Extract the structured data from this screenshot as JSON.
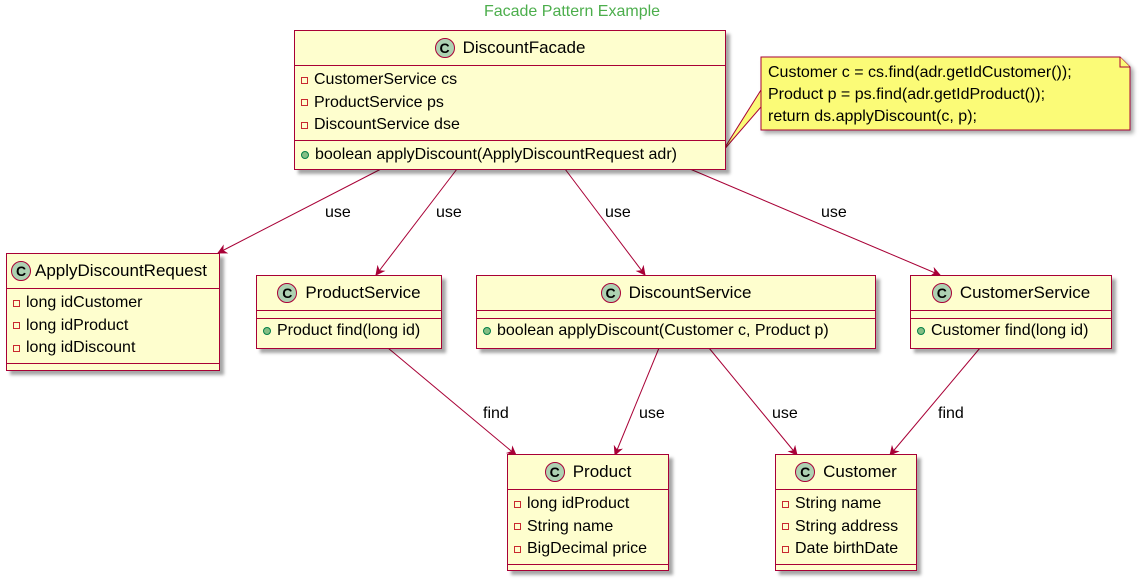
{
  "title": "Facade Pattern Example",
  "colors": {
    "title": "#4cae4c",
    "class_fill": "#fefece",
    "class_border": "#a80036",
    "badge_fill": "#add1b2",
    "note_fill": "#fbfb77",
    "arrow": "#a80036"
  },
  "class_badge_letter": "C",
  "classes": {
    "discount_facade": {
      "name": "DiscountFacade",
      "fields": [
        "CustomerService cs",
        "ProductService ps",
        "DiscountService dse"
      ],
      "methods": [
        "boolean applyDiscount(ApplyDiscountRequest adr)"
      ]
    },
    "apply_discount_request": {
      "name": "ApplyDiscountRequest",
      "fields": [
        "long idCustomer",
        "long idProduct",
        "long idDiscount"
      ],
      "methods": []
    },
    "product_service": {
      "name": "ProductService",
      "fields": [],
      "methods": [
        "Product find(long id)"
      ]
    },
    "discount_service": {
      "name": "DiscountService",
      "fields": [],
      "methods": [
        "boolean applyDiscount(Customer c, Product p)"
      ]
    },
    "customer_service": {
      "name": "CustomerService",
      "fields": [],
      "methods": [
        "Customer find(long id)"
      ]
    },
    "product": {
      "name": "Product",
      "fields": [
        "long idProduct",
        "String name",
        "BigDecimal price"
      ],
      "methods": []
    },
    "customer": {
      "name": "Customer",
      "fields": [
        "String name",
        "String address",
        "Date birthDate"
      ],
      "methods": []
    }
  },
  "note": {
    "lines": [
      "Customer c = cs.find(adr.getIdCustomer());",
      "Product p = ps.find(adr.getIdProduct());",
      "return ds.applyDiscount(c, p);"
    ]
  },
  "edges": {
    "facade_to_request": "use",
    "facade_to_product_service": "use",
    "facade_to_discount_service": "use",
    "facade_to_customer_service": "use",
    "product_service_to_product": "find",
    "discount_service_to_product": "use",
    "discount_service_to_customer": "use",
    "customer_service_to_customer": "find"
  }
}
